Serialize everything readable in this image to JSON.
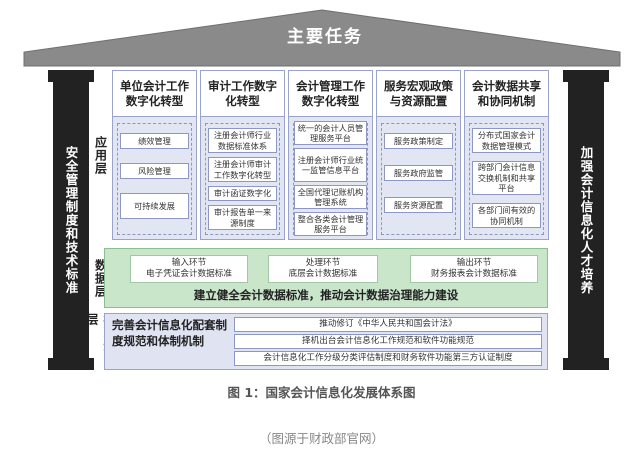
{
  "roof_title": "主要任务",
  "left_pillar": "安全管理制度和技术标准",
  "right_pillar": "加强会计信息化人才培养",
  "layers": {
    "application": "应用层",
    "data": "数据层",
    "standards": "标准规范层"
  },
  "columns": [
    {
      "title": "单位会计工作数字化转型",
      "items": [
        "绩效管理",
        "风险管理",
        "可持续发展"
      ]
    },
    {
      "title": "审计工作数字化转型",
      "items": [
        "注册会计师行业数据标准体系",
        "注册会计师审计工作数字化转型",
        "审计函证数字化",
        "审计报告单一来源制度"
      ]
    },
    {
      "title": "会计管理工作数字化转型",
      "items": [
        "统一的会计人员管理服务平台",
        "注册会计师行业统一监管信息平台",
        "全国代理记账机构管理系统",
        "整合各类会计管理服务平台"
      ]
    },
    {
      "title": "服务宏观政策与资源配置",
      "items": [
        "服务政策制定",
        "服务政府监管",
        "服务资源配置"
      ]
    },
    {
      "title": "会计数据共享和协同机制",
      "items": [
        "分布式国家会计数据管理模式",
        "跨部门会计信息交换机制和共享平台",
        "各部门间有效的协同机制"
      ]
    }
  ],
  "data_layer": {
    "boxes": [
      {
        "title": "输入环节",
        "desc": "电子凭证会计数据标准"
      },
      {
        "title": "处理环节",
        "desc": "底层会计数据标准"
      },
      {
        "title": "输出环节",
        "desc": "财务报表会计数据标准"
      }
    ],
    "main": "建立健全会计数据标准，推动会计数据治理能力建设"
  },
  "standards_layer": {
    "left": "完善会计信息化配套制度规范和体制机制",
    "items": [
      "推动修订《中华人民共和国会计法》",
      "择机出台会计信息化工作规范和软件功能规范",
      "会计信息化工作分级分类评估制度和财务软件功能第三方认证制度"
    ]
  },
  "caption": "图 1：国家会计信息化发展体系图",
  "source": "（图源于财政部官网）",
  "colors": {
    "roof": "#8a8a8a",
    "pillar": "#222222",
    "app_bg": "#e2e6f3",
    "data_bg": "#c9e6cb",
    "standards_bg": "#dfe3f2"
  }
}
